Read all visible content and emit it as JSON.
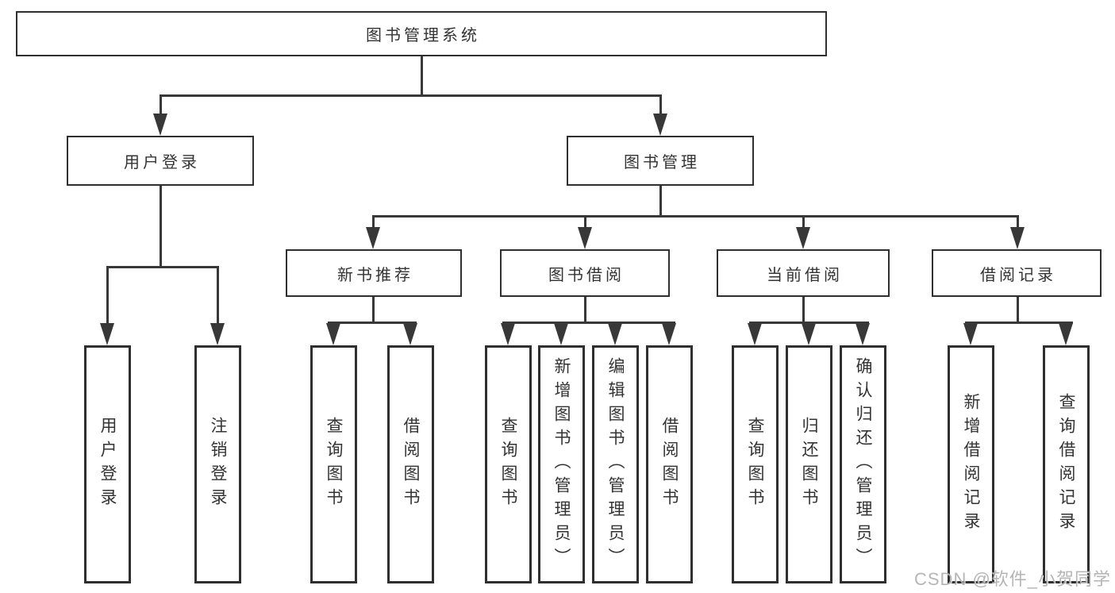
{
  "diagram_type": "hierarchy-tree",
  "tree": {
    "label": "图书管理系统",
    "children": [
      {
        "label": "用户登录",
        "children": [
          {
            "label": "用户登录"
          },
          {
            "label": "注销登录"
          }
        ]
      },
      {
        "label": "图书管理",
        "children": [
          {
            "label": "新书推荐",
            "children": [
              {
                "label": "查询图书"
              },
              {
                "label": "借阅图书"
              }
            ]
          },
          {
            "label": "图书借阅",
            "children": [
              {
                "label": "查询图书"
              },
              {
                "label": "新增图书（管理员）"
              },
              {
                "label": "编辑图书（管理员）"
              },
              {
                "label": "借阅图书"
              }
            ]
          },
          {
            "label": "当前借阅",
            "children": [
              {
                "label": "查询图书"
              },
              {
                "label": "归还图书"
              },
              {
                "label": "确认归还（管理员）"
              }
            ]
          },
          {
            "label": "借阅记录",
            "children": [
              {
                "label": "新增借阅记录"
              },
              {
                "label": "查询借阅记录"
              }
            ]
          }
        ]
      }
    ]
  },
  "watermark": "CSDN @软件_小贺同学",
  "colors": {
    "line": "#383838",
    "border": "#2f2f2f",
    "text": "#333333",
    "watermark": "#adadad"
  }
}
